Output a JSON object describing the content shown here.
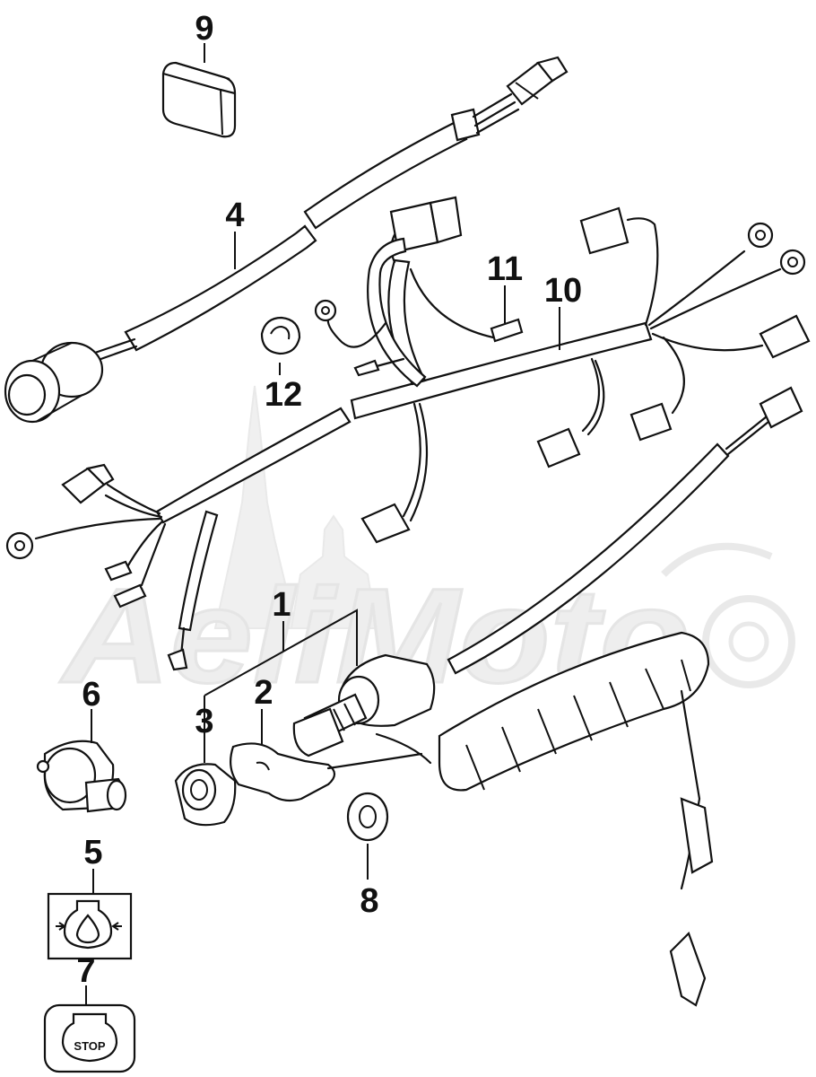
{
  "watermark": {
    "brand_text": "AeliMoto"
  },
  "callouts": {
    "c1": "1",
    "c2": "2",
    "c3": "3",
    "c4": "4",
    "c5": "5",
    "c6": "6",
    "c7": "7",
    "c8": "8",
    "c9": "9",
    "c10": "10",
    "c11": "11",
    "c12": "12"
  },
  "parts": {
    "stop_switch_label": "STOP"
  },
  "colors": {
    "line": "#111111",
    "watermark": "#e6e6e6",
    "background": "#ffffff"
  }
}
